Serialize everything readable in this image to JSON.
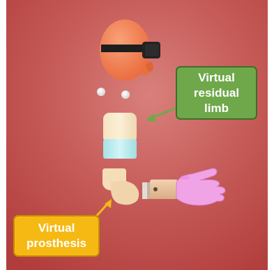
{
  "callouts": {
    "residual_limb": {
      "line1": "Virtual",
      "line2": "residual",
      "line3": "limb",
      "color": "#6fa84a"
    },
    "prosthesis": {
      "line1": "Virtual",
      "line2": "prosthesis",
      "color": "#f6b913"
    }
  },
  "scene": {
    "background_color": "#c1514f",
    "headset_color": "#1e1e1e",
    "head_color": "#f07c4f",
    "hand_color": "#f0a4e6",
    "sleeve_color": "#b9ecee"
  }
}
